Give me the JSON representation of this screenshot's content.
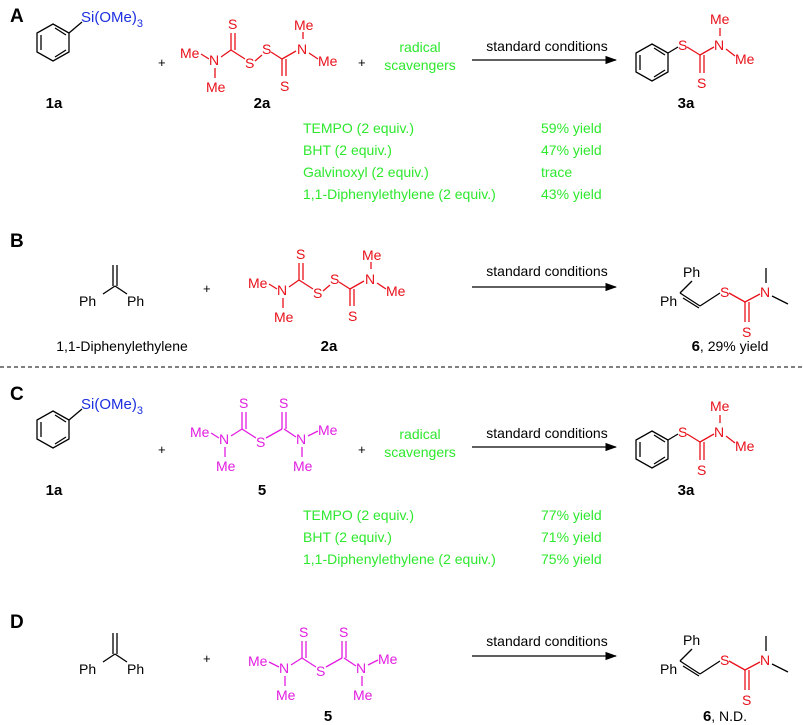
{
  "panels": {
    "A": {
      "label": "A",
      "reagent_1": {
        "group": "Si(OMe)",
        "subscript": "3",
        "id": "1a"
      },
      "reagent_2": {
        "id": "2a"
      },
      "additive": {
        "line1": "radical",
        "line2": "scavengers"
      },
      "conditions": "standard conditions",
      "product": {
        "id": "3a"
      },
      "scavenger_results": [
        {
          "scavenger": "TEMPO (2 equiv.)",
          "result": "59% yield"
        },
        {
          "scavenger": "BHT (2 equiv.)",
          "result": "47% yield"
        },
        {
          "scavenger": "Galvinoxyl (2 equiv.)",
          "result": "trace"
        },
        {
          "scavenger": "1,1-Diphenylethylene (2 equiv.)",
          "result": "43% yield"
        }
      ]
    },
    "B": {
      "label": "B",
      "reagent_1": {
        "name": "1,1-Diphenylethylene"
      },
      "reagent_2": {
        "id": "2a"
      },
      "conditions": "standard conditions",
      "product": {
        "id": "6",
        "suffix": ", 29% yield"
      }
    },
    "C": {
      "label": "C",
      "reagent_1": {
        "group": "Si(OMe)",
        "subscript": "3",
        "id": "1a"
      },
      "reagent_2": {
        "id": "5"
      },
      "additive": {
        "line1": "radical",
        "line2": "scavengers"
      },
      "conditions": "standard conditions",
      "product": {
        "id": "3a"
      },
      "scavenger_results": [
        {
          "scavenger": "TEMPO (2 equiv.)",
          "result": "77% yield"
        },
        {
          "scavenger": "BHT (2 equiv.)",
          "result": "71% yield"
        },
        {
          "scavenger": "1,1-Diphenylethylene (2 equiv.)",
          "result": "75% yield"
        }
      ]
    },
    "D": {
      "label": "D",
      "reagent_2": {
        "id": "5"
      },
      "conditions": "standard conditions",
      "product": {
        "id": "6",
        "suffix": ", N.D."
      }
    }
  },
  "atoms": {
    "S": "S",
    "N": "N",
    "Me": "Me",
    "Ph": "Ph"
  },
  "plus_sign": "+",
  "colors": {
    "thiuram": "#e8101a",
    "thiocarbamoyl_sulfide": "#e21de2",
    "silane": "#1c2fe0",
    "scavenger_text": "#2ee82e",
    "black": "#000000"
  }
}
